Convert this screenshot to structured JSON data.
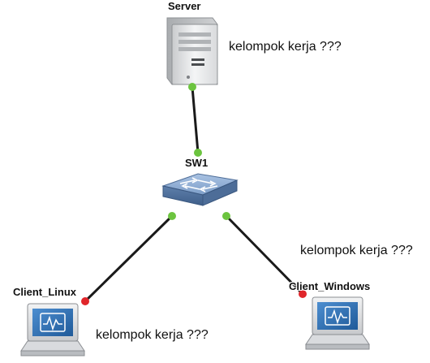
{
  "nodes": {
    "server": {
      "label": "Server",
      "icon": "server-icon"
    },
    "switch": {
      "label": "SW1",
      "icon": "switch-icon"
    },
    "client_linux": {
      "label": "Client_Linux",
      "icon": "laptop-icon"
    },
    "client_windows": {
      "label": "Client_Windows",
      "icon": "laptop-icon"
    }
  },
  "notes": {
    "server": "kelompok kerja ???",
    "client_windows": "kelompok kerja ???",
    "client_linux": "kelompok kerja ???"
  },
  "links": [
    {
      "from": "server",
      "to": "switch",
      "from_status": "up",
      "to_status": "up"
    },
    {
      "from": "switch",
      "to": "client_linux",
      "from_status": "up",
      "to_status": "down"
    },
    {
      "from": "switch",
      "to": "client_windows",
      "from_status": "up",
      "to_status": "down"
    }
  ],
  "colors": {
    "link": "#1a1a1a",
    "status_up": "#6cc43f",
    "status_down": "#e0262b",
    "switch_blue": "#7d9ec9",
    "screen_blue": "#2f6fb0"
  }
}
